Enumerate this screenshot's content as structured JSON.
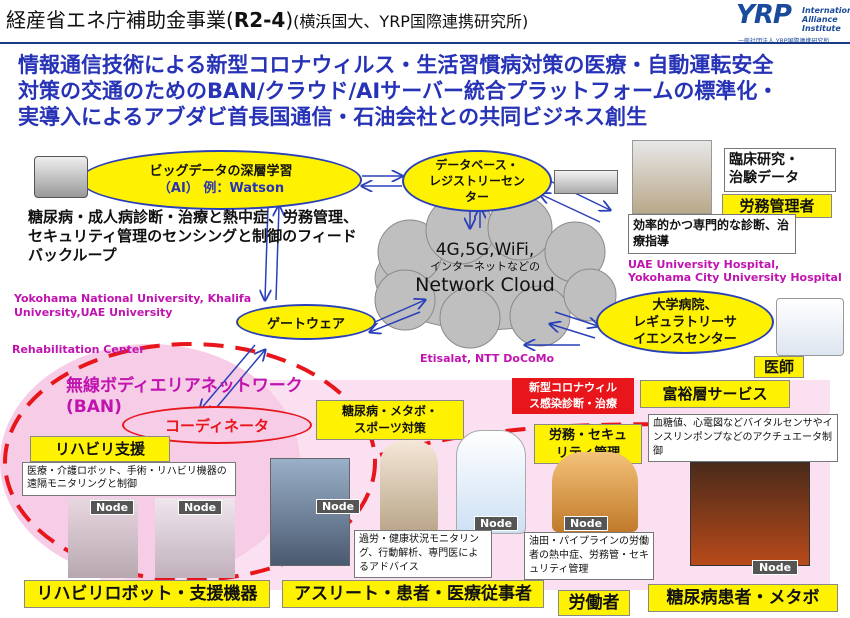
{
  "header": {
    "main": "経産省エネ庁補助金事業(",
    "code": "R2-4",
    "close": ")",
    "sub": "(横浜国大、YRP国際連携研究所)"
  },
  "logo": {
    "yrp": "YRP",
    "ia_line1": "International",
    "ia_line2": "Alliance",
    "ia_line3": "Institute",
    "org": "一般社団法人 YRP国際連携研究所"
  },
  "title": {
    "line1": "情報通信技術による新型コロナウィルス・生活習慣病対策の医療・自動運転安全",
    "line2": "対策の交通のためのBAN/クラウド/AIサーバー統合プラットフォームの標準化・",
    "line3": "実導入によるアブダビ首長国通信・石油会社との共同ビジネス創生"
  },
  "bigdata": {
    "line1": "ビッグデータの深層学習",
    "line2": "（AI） 例：Watson"
  },
  "database": {
    "line1": "データベース・",
    "line2": "レジストリーセン",
    "line3": "ター"
  },
  "feedback_text": "糖尿病・成人病診断・治療と熱中症、労務管理、セキュリティ管理のセンシングと制御のフィードバックループ",
  "cloud": {
    "line1": "4G,5G,WiFi,",
    "line2": "インターネットなどの",
    "line3": "Network Cloud"
  },
  "clinical": {
    "line1": "臨床研究・",
    "line2": "治験データ"
  },
  "labor_mgmt": "労務管理者",
  "diag_text": "効率的かつ専門的な診断、治療指導",
  "hospitals": {
    "line1": "UAE University Hospital,",
    "line2": "Yokohama City University Hospital"
  },
  "univ": {
    "line1": "Yokohama National University, Khalifa",
    "line2": "University,UAE University"
  },
  "gateway": "ゲートウェア",
  "hospital_ellipse": {
    "line1": "大学病院、",
    "line2": "レギュラトリーサ",
    "line3": "イエンスセンター"
  },
  "rehab_center": "Rehabilitation Center",
  "carriers": "Etisalat, NTT DoCoMo",
  "doctor": "医師",
  "ban": {
    "line1": "無線ボディエリアネットワーク",
    "line2": "(BAN)"
  },
  "coordinator": "コーディネータ",
  "diabetes_sports": {
    "line1": "糖尿病・メタボ・",
    "line2": "スポーツ対策"
  },
  "covid": {
    "line1": "新型コロナウィル",
    "line2": "ス感染診断・治療"
  },
  "wealthy": "富裕層サービス",
  "rehab_support": "リハビリ支援",
  "rehab_desc": "医療・介護ロボット、手術・リハビリ機器の遠隔モニタリングと制御",
  "labor_security": {
    "line1": "労務・セキュ",
    "line2": "リティ管理"
  },
  "actuator_desc": "血糖値、心電図などバイタルセンサやインスリンポンプなどのアクチュエータ制御",
  "nodes": [
    "Node",
    "Node",
    "Node",
    "Node",
    "Node",
    "Node"
  ],
  "advice_desc": "過労・健康状況モニタリング、行動解析、専門医によるアドバイス",
  "oil_desc": "油田・パイプラインの労働者の熱中症、労務管・セキュリティ管理",
  "bottom": {
    "robot": "リハビリロボット・支援機器",
    "athlete": "アスリート・患者・医療従事者",
    "worker": "労働者",
    "diabetes": "糖尿病患者・メタボ"
  },
  "colors": {
    "title": "#2733b6",
    "yellow": "#fff200",
    "magenta": "#c013b0",
    "ban_red": "#e8151b",
    "ban_pink": "#f7cce6"
  }
}
